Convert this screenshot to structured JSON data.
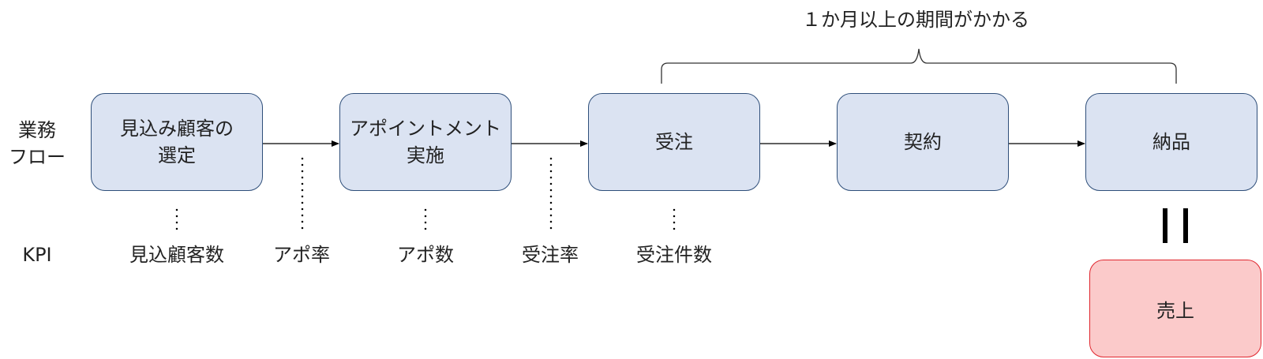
{
  "row_labels": {
    "flow": "業務\nフロー",
    "kpi": "KPI"
  },
  "note": "１か月以上の期間がかかる",
  "flow_steps": [
    "見込み顧客の\n選定",
    "アポイントメント\n実施",
    "受注",
    "契約",
    "納品"
  ],
  "kpis": [
    "見込顧客数",
    "アポ率",
    "アポ数",
    "受注率",
    "受注件数"
  ],
  "result": "売上",
  "colors": {
    "step_fill": "#dbe3f2",
    "step_border": "#2f4f7a",
    "result_fill": "#fbcaca",
    "result_border": "#e0262e"
  }
}
